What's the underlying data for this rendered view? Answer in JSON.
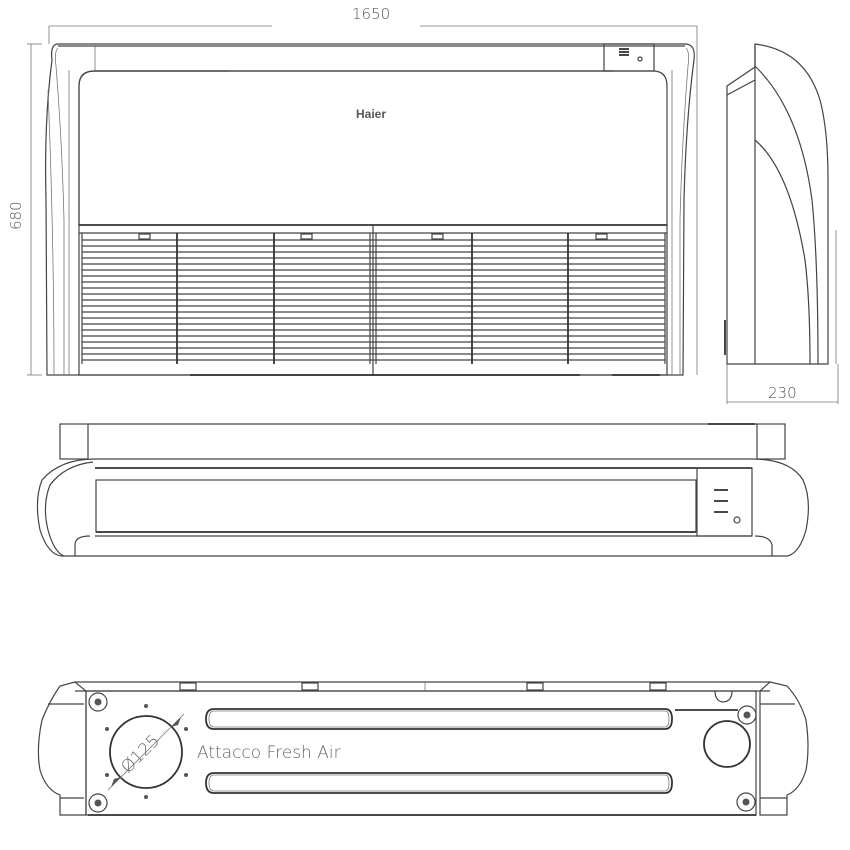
{
  "drawing": {
    "title": "Haier ceiling/floor air conditioner - technical dimension drawing",
    "views": [
      {
        "name": "front-view",
        "brand_label": "Haier"
      },
      {
        "name": "side-view"
      },
      {
        "name": "top-view"
      },
      {
        "name": "bottom-view",
        "label": "Attacco Fresh Air",
        "diameter_label": "Ø125"
      }
    ],
    "dimensions": {
      "width": "1650",
      "height": "680",
      "depth": "230"
    },
    "colors": {
      "line": "#444444",
      "text": "#555555",
      "background": "#ffffff"
    }
  }
}
